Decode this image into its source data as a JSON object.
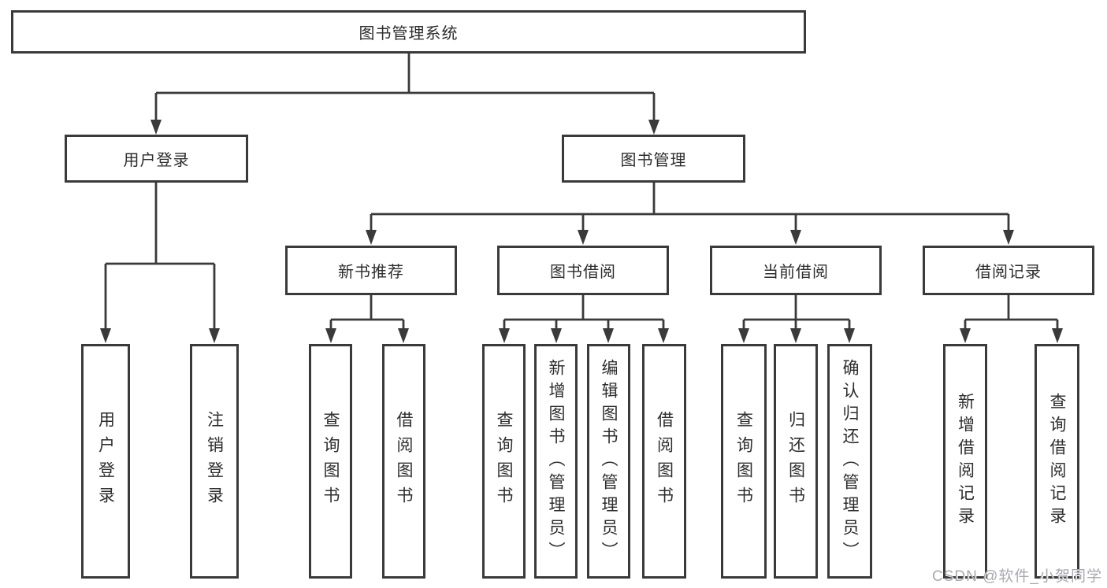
{
  "diagram": {
    "title": "图书管理系统",
    "tree": {
      "label": "图书管理系统",
      "children": [
        {
          "label": "用户登录",
          "children": [
            {
              "label": "用户登录"
            },
            {
              "label": "注销登录"
            }
          ]
        },
        {
          "label": "图书管理",
          "children": [
            {
              "label": "新书推荐",
              "children": [
                {
                  "label": "查询图书"
                },
                {
                  "label": "借阅图书"
                }
              ]
            },
            {
              "label": "图书借阅",
              "children": [
                {
                  "label": "查询图书"
                },
                {
                  "label": "新增图书（管理员）"
                },
                {
                  "label": "编辑图书（管理员）"
                },
                {
                  "label": "借阅图书"
                }
              ]
            },
            {
              "label": "当前借阅",
              "children": [
                {
                  "label": "查询图书"
                },
                {
                  "label": "归还图书"
                },
                {
                  "label": "确认归还（管理员）"
                }
              ]
            },
            {
              "label": "借阅记录",
              "children": [
                {
                  "label": "新增借阅记录"
                },
                {
                  "label": "查询借阅记录"
                }
              ]
            }
          ]
        }
      ]
    },
    "colors": {
      "line": "#3a3a3a",
      "node_border": "#3a3a3a",
      "node_text": "#2d2d2d",
      "watermark_text": "#a9a9b0"
    }
  },
  "watermark": "CSDN @软件_小贺同学"
}
